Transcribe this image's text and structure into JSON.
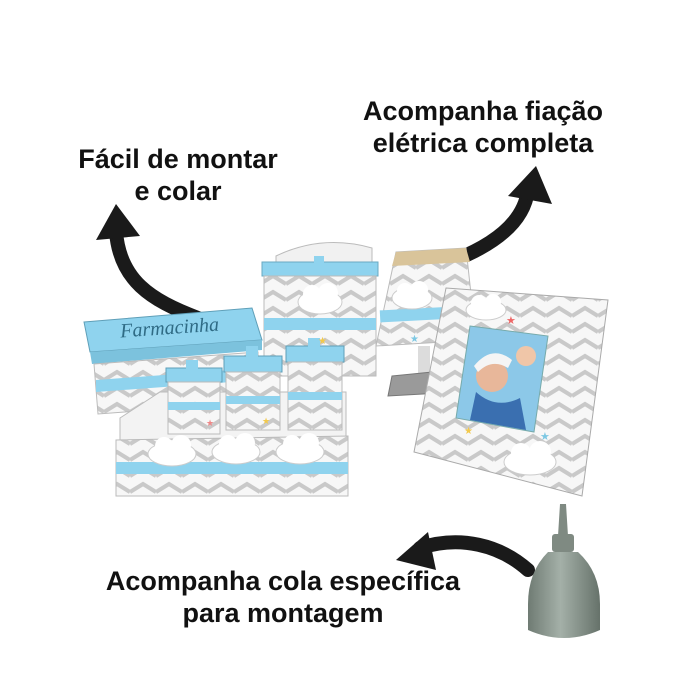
{
  "captions": {
    "left": {
      "line1": "Fácil de montar",
      "line2": "e colar"
    },
    "right": {
      "line1": "Acompanha fiação",
      "line2": "elétrica completa"
    },
    "bottom": {
      "line1": "Acompanha cola específica",
      "line2": "para montagem"
    }
  },
  "box_lid_text": "Farmacinha",
  "colors": {
    "mdf_white": "#f7f7f7",
    "sky_blue": "#8fd3ee",
    "chevron_gray": "#c9c9c9",
    "arrow": "#1a1a1a",
    "glue_bottle": "#8f9b93"
  },
  "icons": [
    "cloud-icon",
    "star-icon",
    "arrow-icon"
  ]
}
